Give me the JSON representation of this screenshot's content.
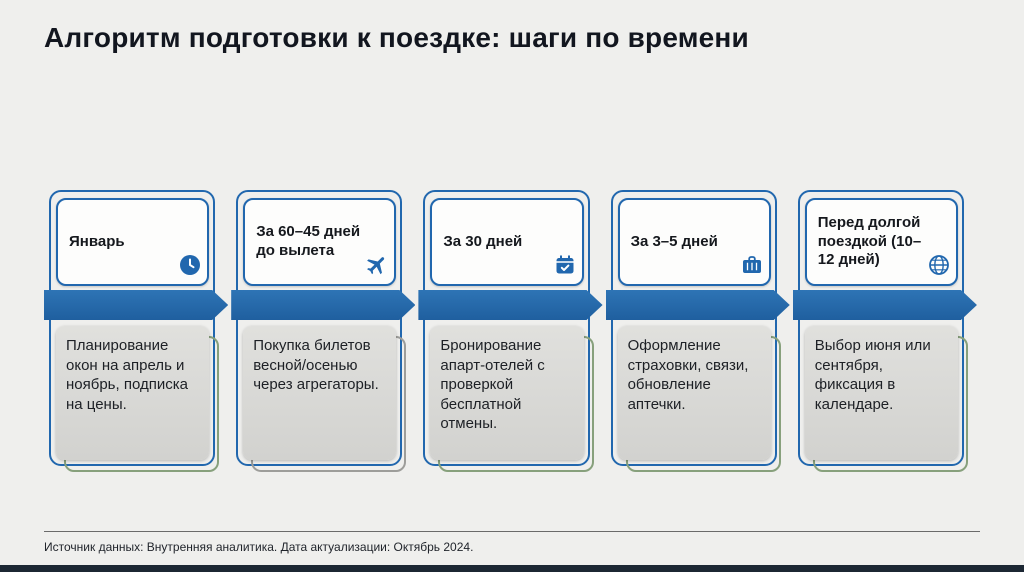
{
  "slide": {
    "title": "Алгоритм подготовки к поездке: шаги по времени",
    "footer_note": "Источник данных: Внутренняя аналитика. Дата актуализации: Октябрь 2024.",
    "colors": {
      "background": "#efefed",
      "accent_blue": "#2167ae",
      "accent_green": "#87a07c",
      "accent_gray": "#9d9d9a",
      "body_card": "#dcdcd9",
      "bottom_bar": "#1c2733"
    }
  },
  "steps": [
    {
      "label": "Январь",
      "icon": "clock-icon",
      "description": "Планирование окон на апрель и ноябрь, подписка на цены.",
      "accent": "#87a07c"
    },
    {
      "label": "За 60–45 дней до вылета",
      "icon": "airplane-icon",
      "description": "Покупка билетов весной/осенью через агрегаторы.",
      "accent": "#9d9d9a"
    },
    {
      "label": "За 30 дней",
      "icon": "calendar-check-icon",
      "description": "Бронирование апарт-отелей с проверкой бесплатной отмены.",
      "accent": "#87a07c"
    },
    {
      "label": "За 3–5 дней",
      "icon": "briefcase-icon",
      "description": "Оформление страховки, связи, обновление аптечки.",
      "accent": "#87a07c"
    },
    {
      "label": "Перед долгой поездкой (10–12 дней)",
      "icon": "globe-icon",
      "description": "Выбор июня или сентября, фиксация в календаре.",
      "accent": "#87a07c"
    }
  ]
}
